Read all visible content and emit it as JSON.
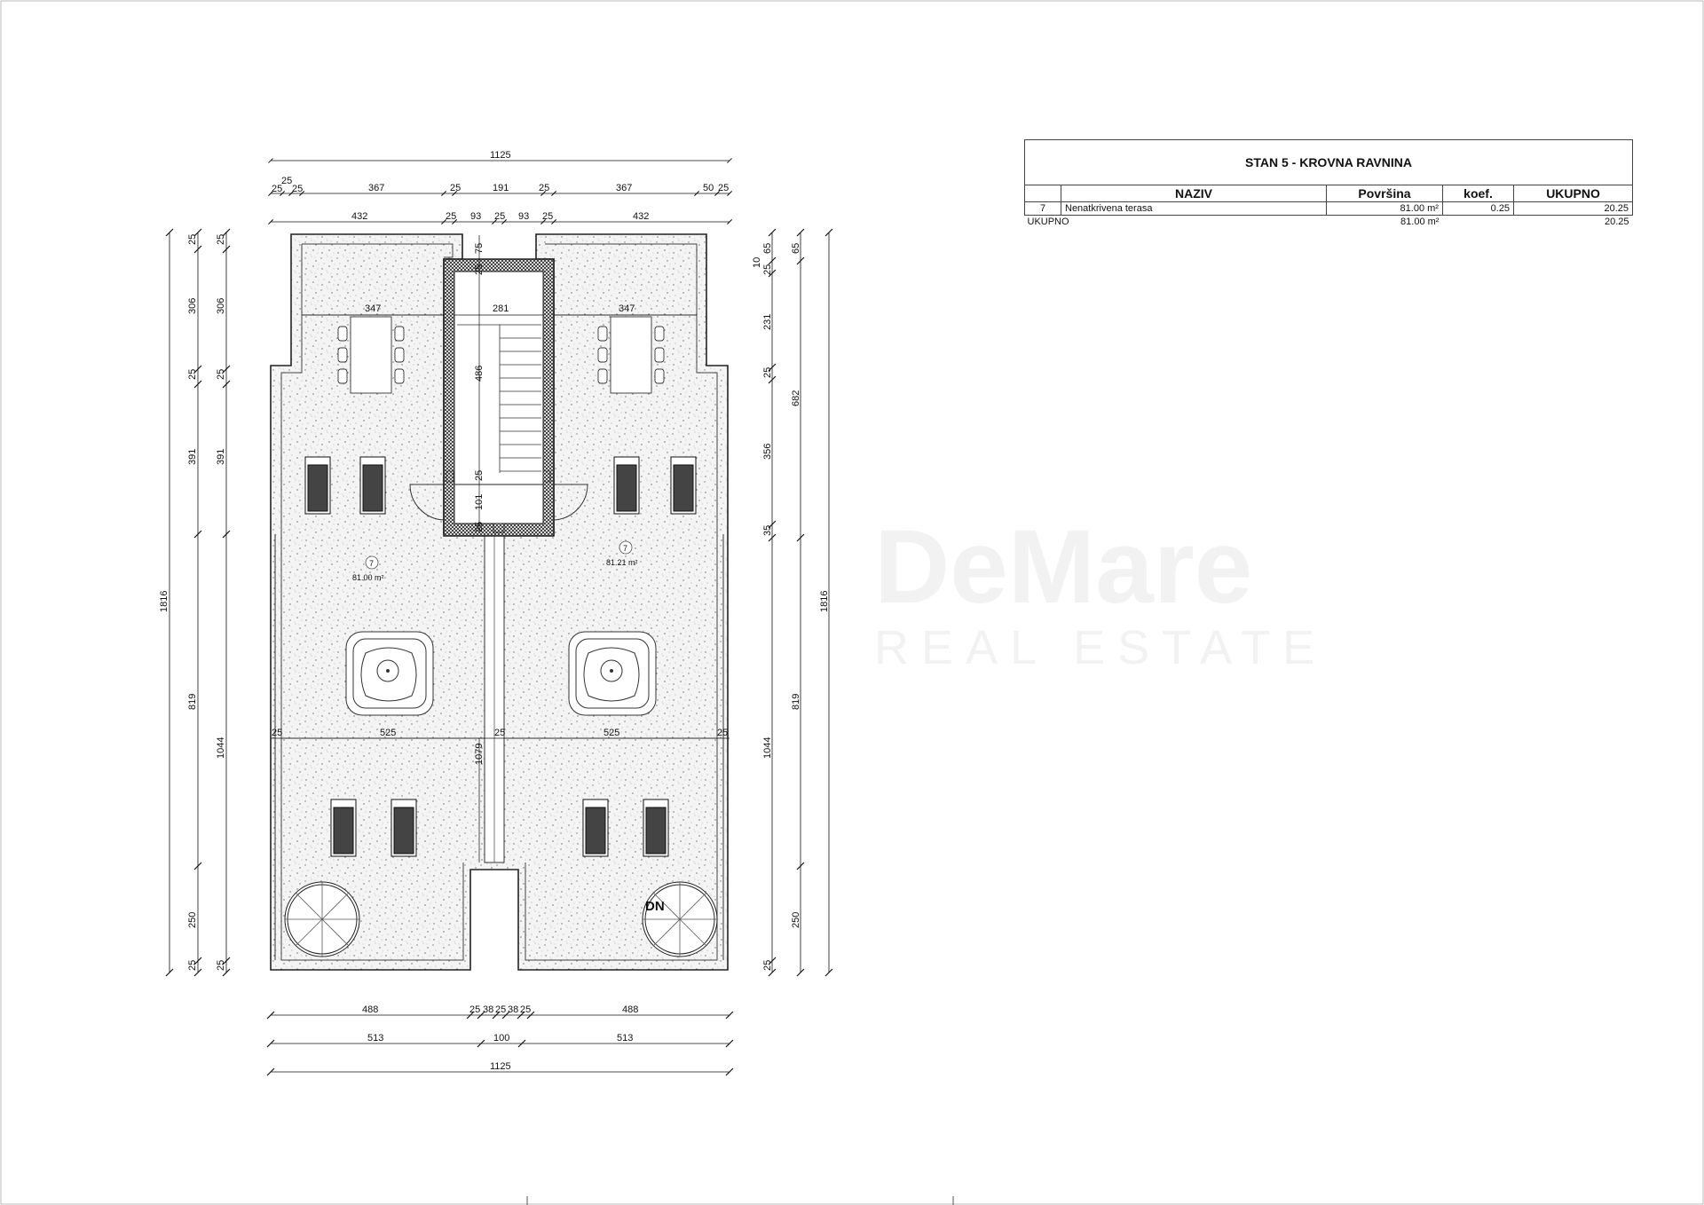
{
  "sheet": {
    "title": "STAN 5 - KROVNA RAVNINA",
    "headers": [
      "",
      "NAZIV",
      "Površina",
      "koef.",
      "UKUPNO"
    ],
    "rows": [
      {
        "no": "7",
        "name": "Nenatkrivena terasa",
        "area": "81.00 m²",
        "coef": "0.25",
        "total": "20.25"
      }
    ],
    "summary": {
      "label": "UKUPNO",
      "area": "81.00 m²",
      "total": "20.25"
    }
  },
  "watermark": {
    "brand": "DeMare",
    "tag": "REAL ESTATE"
  },
  "plan": {
    "rooms": [
      {
        "no": "7",
        "area": "81.00 m²"
      },
      {
        "no": "7",
        "area": "81.21 m²"
      }
    ],
    "stair_label": "DN",
    "dims_top": {
      "overall": "1125",
      "row1": [
        "25",
        "25",
        "25",
        "367",
        "25",
        "191",
        "25",
        "367",
        "50",
        "25"
      ],
      "row2": [
        "432",
        "25",
        "93",
        "25",
        "93",
        "25",
        "432"
      ]
    },
    "dims_bottom": {
      "row1": [
        "488",
        "25",
        "38",
        "25",
        "38",
        "25",
        "488"
      ],
      "row2": [
        "513",
        "100",
        "513"
      ],
      "overall": "1125"
    },
    "dims_left": {
      "overall": "1816",
      "col2": [
        "25",
        "306",
        "25",
        "391",
        "819",
        "250",
        "25"
      ],
      "col3": [
        "25",
        "306",
        "25",
        "391",
        "1044",
        "25"
      ]
    },
    "dims_right": {
      "col1": [
        "10",
        "25",
        "231",
        "25",
        "356",
        "35",
        "1044",
        "25"
      ],
      "col2": [
        "65",
        "682",
        "819",
        "250"
      ],
      "col3": [
        "65"
      ],
      "overall": "1816"
    },
    "dims_inner": {
      "stair_width": "281",
      "stair_len": "486",
      "stair_top": "75",
      "stair_top_wall": "25",
      "stair_mid": "101",
      "stair_mid_wall": "25",
      "stair_bottom_wall": "25",
      "left_dining_width": "347",
      "right_dining_width": "347",
      "left_width": "525",
      "right_width": "525",
      "mid_height": "1079",
      "left_edge": "25",
      "mid_wall": "25",
      "right_edge": "25"
    }
  }
}
